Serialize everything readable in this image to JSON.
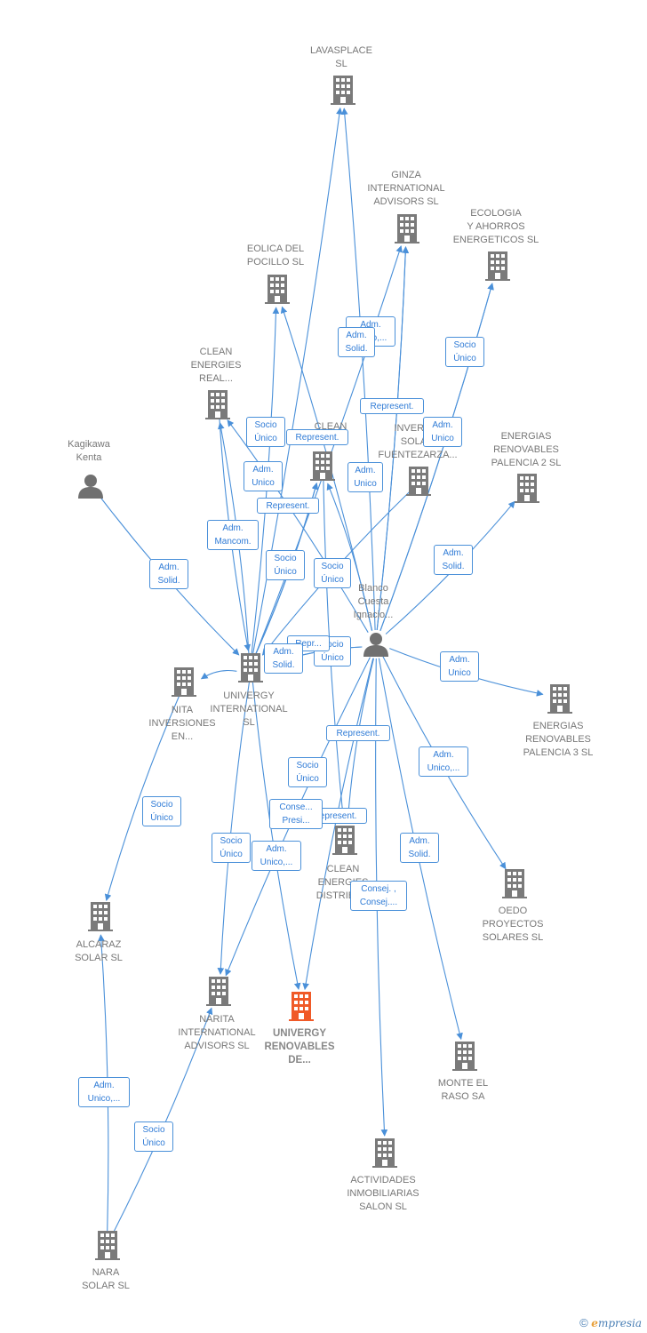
{
  "colors": {
    "edge": "#4a90d9",
    "company": "#7a7a7a",
    "highlight": "#f05a28",
    "person": "#707070"
  },
  "nodes": [
    {
      "id": "lavasplace",
      "type": "company",
      "label": "LAVASPLACE\nSL"
    },
    {
      "id": "ginza",
      "type": "company",
      "label": "GINZA\nINTERNATIONAL\nADVISORS SL"
    },
    {
      "id": "ecologia",
      "type": "company",
      "label": "ECOLOGIA\nY AHORROS\nENERGETICOS SL"
    },
    {
      "id": "eolica",
      "type": "company",
      "label": "EOLICA DEL\nPOCILLO SL"
    },
    {
      "id": "clean_real",
      "type": "company",
      "label": "CLEAN\nENERGIES\nREAL..."
    },
    {
      "id": "clean_mid",
      "type": "company",
      "label": "CLEAN\n...L"
    },
    {
      "id": "inversiones_solares",
      "type": "company",
      "label": "INVERSI...\nSOLA...\nFUENTEZARZA..."
    },
    {
      "id": "energias_p2",
      "type": "company",
      "label": "ENERGIAS\nRENOVABLES\nPALENCIA 2 SL"
    },
    {
      "id": "kagikawa",
      "type": "person",
      "label": "Kagikawa\nKenta"
    },
    {
      "id": "blanco",
      "type": "person",
      "label": "Blanco\nCuesta\nIgnacio..."
    },
    {
      "id": "univergy_int",
      "type": "company",
      "label": "UNIVERGY\nINTERNATIONAL\nSL"
    },
    {
      "id": "nita",
      "type": "company",
      "label": "NITA\nINVERSIONES\nEN..."
    },
    {
      "id": "energias_p3",
      "type": "company",
      "label": "ENERGIAS\nRENOVABLES\nPALENCIA 3 SL"
    },
    {
      "id": "clean_distrib",
      "type": "company",
      "label": "CLEAN\nENERGIES\nDISTRIBU..."
    },
    {
      "id": "oedo",
      "type": "company",
      "label": "OEDO\nPROYECTOS\nSOLARES SL"
    },
    {
      "id": "alcaraz",
      "type": "company",
      "label": "ALCARAZ\nSOLAR SL"
    },
    {
      "id": "narita",
      "type": "company",
      "label": "NARITA\nINTERNATIONAL\nADVISORS SL"
    },
    {
      "id": "univergy_ren",
      "type": "company-highlight",
      "label": "UNIVERGY\nRENOVABLES\nDE..."
    },
    {
      "id": "monte",
      "type": "company",
      "label": "MONTE EL\nRASO SA"
    },
    {
      "id": "actividades",
      "type": "company",
      "label": "ACTIVIDADES\nINMOBILIARIAS\nSALON SL"
    },
    {
      "id": "nara",
      "type": "company",
      "label": "NARA\nSOLAR SL"
    }
  ],
  "edge_labels": [
    "Adm.\nUnico,...",
    "Adm.\nSolid.",
    "Socio\nÚnico",
    "Represent.",
    "Adm.\nUnico",
    "Socio\nÚnico",
    "Represent.",
    "Adm.\nUnico",
    "Adm.\nUnico",
    "Socio\nÚnico",
    "Represent.",
    "Adm.\nMancom.",
    "Adm.\nUnico",
    "Adm.\nSolid.",
    "Socio\nÚnico",
    "Adm.\nSolid.",
    "Adm.\nSolid.",
    "Repr...",
    "Socio\nÚnico",
    "Adm.\nUnico",
    "Represent.",
    "Adm.\nUnico,...",
    "Socio\nÚnico",
    "Socio\nÚnico",
    "Conse...\nPresi...",
    "Represent.",
    "Socio\nÚnico",
    "Adm.\nUnico,...",
    "Adm.\nSolid.",
    "Consej. ,\nConsej....",
    "Adm.\nUnico,...",
    "Socio\nÚnico"
  ],
  "copyright": {
    "symbol": "©",
    "brand_initial": "e",
    "brand_rest": "mpresia"
  }
}
